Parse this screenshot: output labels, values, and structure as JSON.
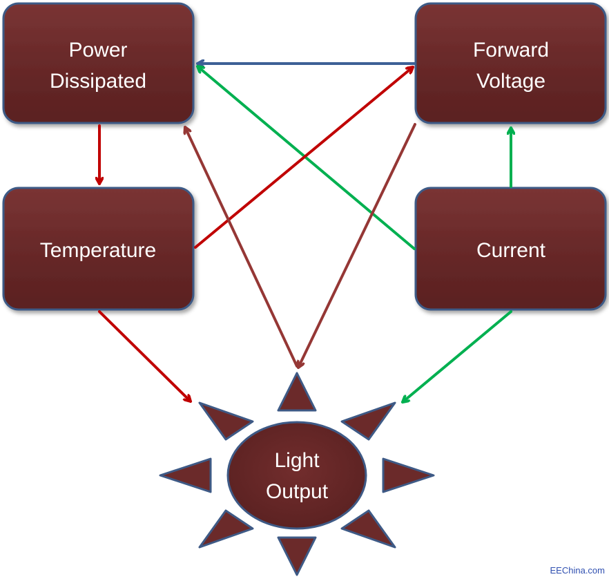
{
  "nodes": {
    "power_dissipated": {
      "line1": "Power",
      "line2": "Dissipated"
    },
    "forward_voltage": {
      "line1": "Forward",
      "line2": "Voltage"
    },
    "temperature": {
      "label": "Temperature"
    },
    "current": {
      "label": "Current"
    },
    "light_output": {
      "line1": "Light",
      "line2": "Output"
    }
  },
  "colors": {
    "box_fill": "#6b2a2a",
    "box_border": "#3e5a86",
    "arrow_blue": "#3d6096",
    "arrow_red": "#c00000",
    "arrow_green": "#00b050",
    "arrow_brown": "#953735"
  },
  "watermark": "EEChina.com"
}
